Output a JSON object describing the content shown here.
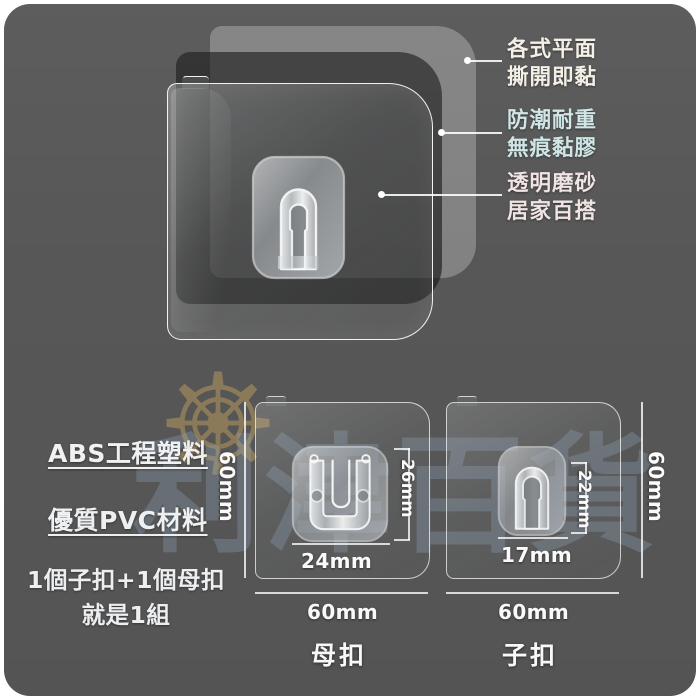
{
  "page": {
    "background_color": "#575757",
    "card_radius": "26px"
  },
  "watermark": {
    "wheel_icon": "ship-wheel-icon",
    "wheel_color": "#b99a5e",
    "text": "利津百貨",
    "text_color": "rgba(150,172,196,0.30)"
  },
  "hero": {
    "layers": [
      {
        "name": "backing-sheet",
        "tone": "light"
      },
      {
        "name": "adhesive-sheet",
        "tone": "dark"
      },
      {
        "name": "front-panel",
        "tone": "transparent"
      }
    ],
    "hook_icon": "wall-hook-icon",
    "callouts": [
      {
        "line1": "各式平面",
        "line2": "撕開即黏",
        "color": "#f4f0e6"
      },
      {
        "line1": "防潮耐重",
        "line2": "無痕黏膠",
        "color": "#cfe6e6"
      },
      {
        "line1": "透明磨砂",
        "line2": "居家百搭",
        "color": "#f0e4e4"
      }
    ]
  },
  "specs": {
    "material_abs": "ABS工程塑料",
    "material_pvc": "優質PVC材料",
    "set_line1": "1個子扣+1個母扣",
    "set_line2": "就是1組"
  },
  "products": [
    {
      "id": "female-buckle",
      "name": "母扣",
      "panel_width": "60mm",
      "panel_height": "60mm",
      "inner_width": "24mm",
      "inner_height": "26mm",
      "clip_icon": "u-channel-clip-icon"
    },
    {
      "id": "male-buckle",
      "name": "子扣",
      "panel_width": "60mm",
      "panel_height": "60mm",
      "inner_width": "17mm",
      "inner_height": "22mm",
      "clip_icon": "keyhole-clip-icon"
    }
  ]
}
